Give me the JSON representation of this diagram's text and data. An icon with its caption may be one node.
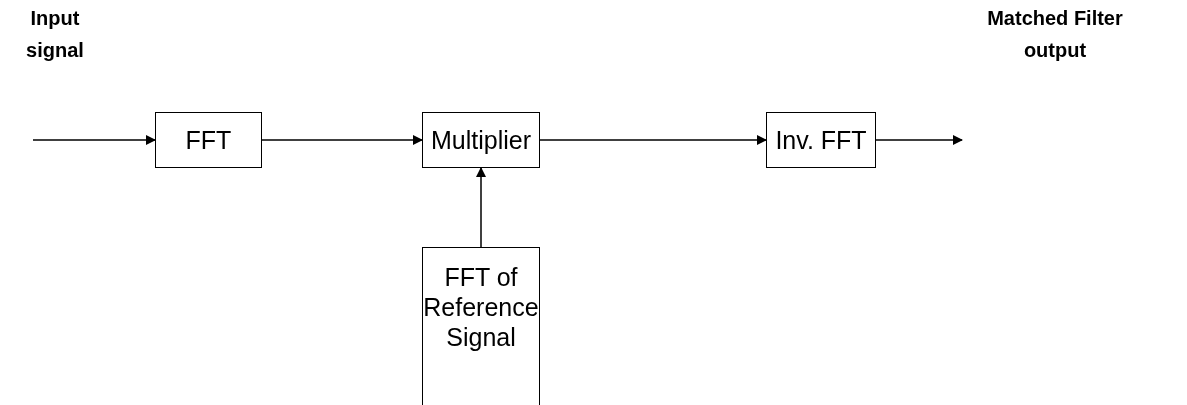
{
  "diagram": {
    "nodes": [
      {
        "text": [
          "FFT"
        ]
      },
      {
        "text": [
          "Multiplier"
        ]
      },
      {
        "text": [
          "Inv. FFT"
        ]
      },
      {
        "text": [
          "FFT of Reference Signal"
        ]
      }
    ],
    "edges": [
      {
        "from": null,
        "to": 0,
        "arrow": "to"
      },
      {
        "from": 0,
        "to": 1,
        "arrow": "to"
      },
      {
        "from": 1,
        "to": 2,
        "arrow": "to"
      },
      {
        "from": 2,
        "to": null,
        "arrow": "to"
      },
      {
        "from": 3,
        "to": 1,
        "arrow": "to"
      }
    ],
    "labels": [
      "Input signal",
      "Matched Filter output"
    ]
  }
}
